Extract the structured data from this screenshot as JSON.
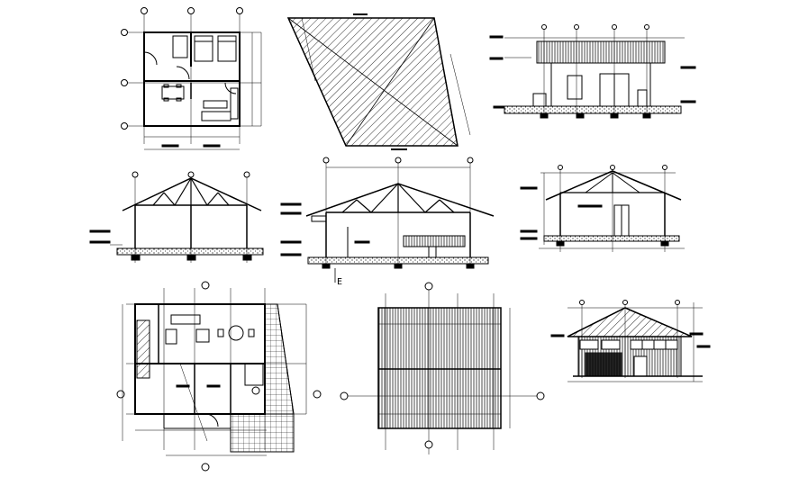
{
  "sheet": {
    "title": "",
    "background": "#ffffff",
    "line_color": "#000000",
    "drawings": [
      {
        "id": "ground-floor-plan",
        "kind": "floor-plan"
      },
      {
        "id": "roof-plan-hatched",
        "kind": "roof-plan"
      },
      {
        "id": "front-elevation",
        "kind": "elevation"
      },
      {
        "id": "truss-section",
        "kind": "section"
      },
      {
        "id": "long-section",
        "kind": "section"
      },
      {
        "id": "side-section",
        "kind": "section"
      },
      {
        "id": "furnished-floor-plan",
        "kind": "floor-plan"
      },
      {
        "id": "roof-sheeting-plan",
        "kind": "roof-plan"
      },
      {
        "id": "perspective-elevation",
        "kind": "elevation"
      }
    ]
  },
  "labels": {
    "section_mark_e": "E"
  }
}
